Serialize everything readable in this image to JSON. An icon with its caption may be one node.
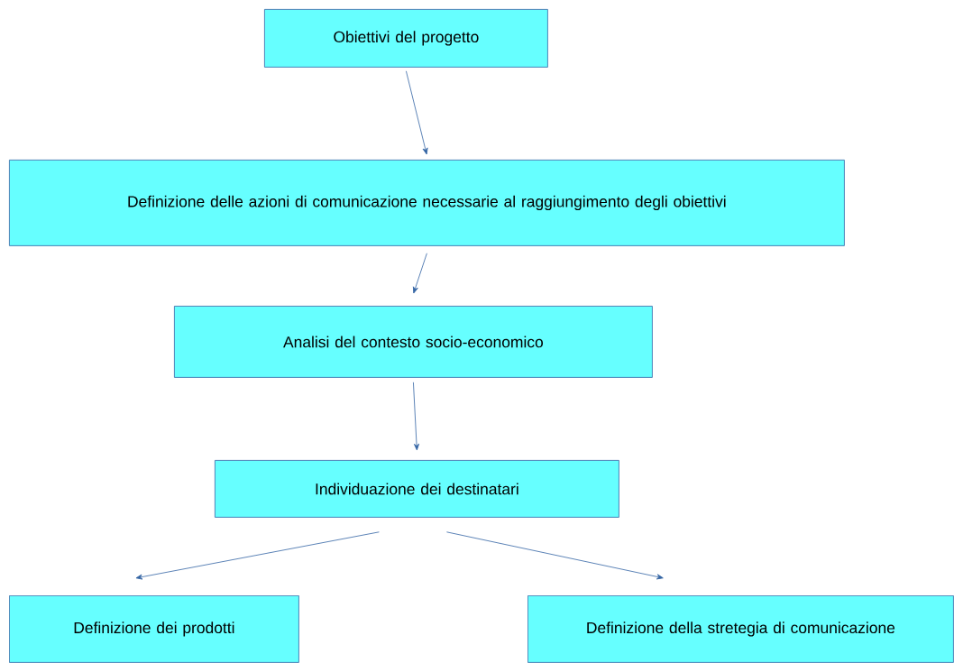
{
  "diagram": {
    "nodes": [
      {
        "text": [
          "Obiettivi del progetto"
        ]
      },
      {
        "text": [
          "Definizione delle azioni di comunicazione necessarie al raggiungimento degli obiettivi"
        ]
      },
      {
        "text": [
          "Analisi del contesto socio-economico"
        ]
      },
      {
        "text": [
          "Individuazione dei destinatari"
        ]
      },
      {
        "text": [
          "Definizione dei prodotti"
        ]
      },
      {
        "text": [
          "Definizione della stretegia di comunicazione"
        ]
      }
    ],
    "edges": [
      {
        "from": 0,
        "to": 1,
        "arrow": "to"
      },
      {
        "from": 1,
        "to": 2,
        "arrow": "to"
      },
      {
        "from": 2,
        "to": 3,
        "arrow": "to"
      },
      {
        "from": 3,
        "to": 4,
        "arrow": "to"
      },
      {
        "from": 3,
        "to": 5,
        "arrow": "to"
      }
    ]
  }
}
